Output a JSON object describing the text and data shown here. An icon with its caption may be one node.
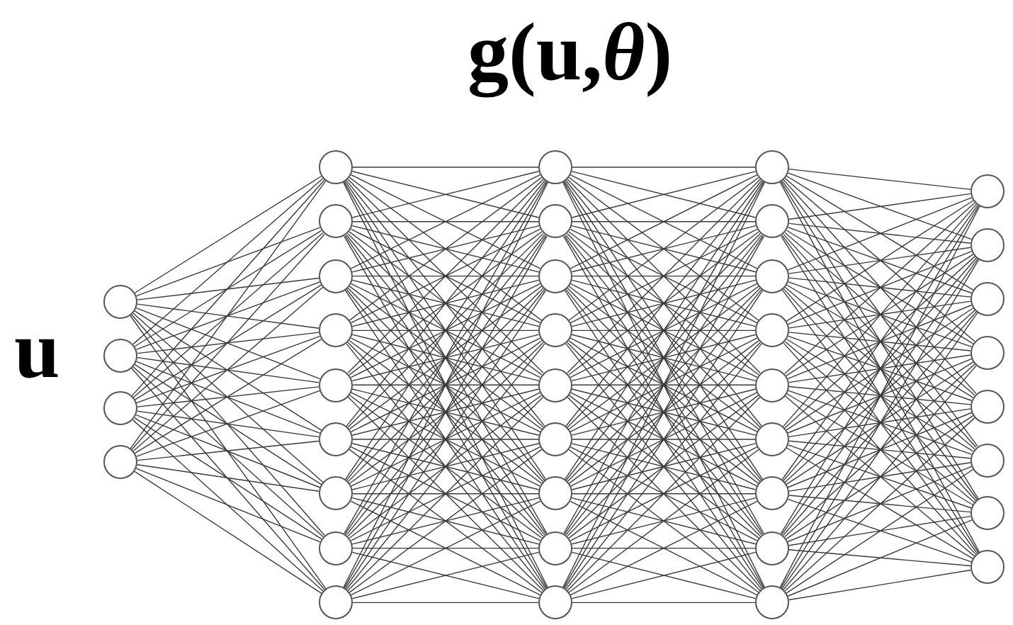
{
  "diagram": {
    "title": "g(u,*θ*)",
    "nodes": [
      {
        "text": [],
        "shape": "circle"
      },
      {
        "text": [],
        "shape": "circle"
      },
      {
        "text": [],
        "shape": "circle"
      },
      {
        "text": [],
        "shape": "circle"
      },
      {
        "text": [],
        "shape": "circle"
      },
      {
        "text": [],
        "shape": "circle"
      },
      {
        "text": [],
        "shape": "circle"
      },
      {
        "text": [],
        "shape": "circle"
      },
      {
        "text": [],
        "shape": "circle"
      },
      {
        "text": [],
        "shape": "circle"
      },
      {
        "text": [],
        "shape": "circle"
      },
      {
        "text": [],
        "shape": "circle"
      },
      {
        "text": [],
        "shape": "circle"
      },
      {
        "text": [],
        "shape": "circle"
      },
      {
        "text": [],
        "shape": "circle"
      },
      {
        "text": [],
        "shape": "circle"
      },
      {
        "text": [],
        "shape": "circle"
      },
      {
        "text": [],
        "shape": "circle"
      },
      {
        "text": [],
        "shape": "circle"
      },
      {
        "text": [],
        "shape": "circle"
      },
      {
        "text": [],
        "shape": "circle"
      },
      {
        "text": [],
        "shape": "circle"
      },
      {
        "text": [],
        "shape": "circle"
      },
      {
        "text": [],
        "shape": "circle"
      },
      {
        "text": [],
        "shape": "circle"
      },
      {
        "text": [],
        "shape": "circle"
      },
      {
        "text": [],
        "shape": "circle"
      },
      {
        "text": [],
        "shape": "circle"
      },
      {
        "text": [],
        "shape": "circle"
      },
      {
        "text": [],
        "shape": "circle"
      },
      {
        "text": [],
        "shape": "circle"
      },
      {
        "text": [],
        "shape": "circle"
      },
      {
        "text": [],
        "shape": "circle"
      },
      {
        "text": [],
        "shape": "circle"
      },
      {
        "text": [],
        "shape": "circle"
      },
      {
        "text": [],
        "shape": "circle"
      },
      {
        "text": [],
        "shape": "circle"
      },
      {
        "text": [],
        "shape": "circle"
      },
      {
        "text": [],
        "shape": "circle"
      }
    ],
    "edges": [
      {
        "from": 0,
        "to": 4,
        "arrow": "none"
      },
      {
        "from": 0,
        "to": 5,
        "arrow": "none"
      },
      {
        "from": 0,
        "to": 6,
        "arrow": "none"
      },
      {
        "from": 0,
        "to": 7,
        "arrow": "none"
      },
      {
        "from": 0,
        "to": 8,
        "arrow": "none"
      },
      {
        "from": 0,
        "to": 9,
        "arrow": "none"
      },
      {
        "from": 0,
        "to": 10,
        "arrow": "none"
      },
      {
        "from": 0,
        "to": 11,
        "arrow": "none"
      },
      {
        "from": 0,
        "to": 12,
        "arrow": "none"
      },
      {
        "from": 1,
        "to": 4,
        "arrow": "none"
      },
      {
        "from": 1,
        "to": 5,
        "arrow": "none"
      },
      {
        "from": 1,
        "to": 6,
        "arrow": "none"
      },
      {
        "from": 1,
        "to": 7,
        "arrow": "none"
      },
      {
        "from": 1,
        "to": 8,
        "arrow": "none"
      },
      {
        "from": 1,
        "to": 9,
        "arrow": "none"
      },
      {
        "from": 1,
        "to": 10,
        "arrow": "none"
      },
      {
        "from": 1,
        "to": 11,
        "arrow": "none"
      },
      {
        "from": 1,
        "to": 12,
        "arrow": "none"
      },
      {
        "from": 2,
        "to": 4,
        "arrow": "none"
      },
      {
        "from": 2,
        "to": 5,
        "arrow": "none"
      },
      {
        "from": 2,
        "to": 6,
        "arrow": "none"
      },
      {
        "from": 2,
        "to": 7,
        "arrow": "none"
      },
      {
        "from": 2,
        "to": 8,
        "arrow": "none"
      },
      {
        "from": 2,
        "to": 9,
        "arrow": "none"
      },
      {
        "from": 2,
        "to": 10,
        "arrow": "none"
      },
      {
        "from": 2,
        "to": 11,
        "arrow": "none"
      },
      {
        "from": 2,
        "to": 12,
        "arrow": "none"
      },
      {
        "from": 3,
        "to": 4,
        "arrow": "none"
      },
      {
        "from": 3,
        "to": 5,
        "arrow": "none"
      },
      {
        "from": 3,
        "to": 6,
        "arrow": "none"
      },
      {
        "from": 3,
        "to": 7,
        "arrow": "none"
      },
      {
        "from": 3,
        "to": 8,
        "arrow": "none"
      },
      {
        "from": 3,
        "to": 9,
        "arrow": "none"
      },
      {
        "from": 3,
        "to": 10,
        "arrow": "none"
      },
      {
        "from": 3,
        "to": 11,
        "arrow": "none"
      },
      {
        "from": 3,
        "to": 12,
        "arrow": "none"
      },
      {
        "from": 4,
        "to": 13,
        "arrow": "none"
      },
      {
        "from": 4,
        "to": 14,
        "arrow": "none"
      },
      {
        "from": 4,
        "to": 15,
        "arrow": "none"
      },
      {
        "from": 4,
        "to": 16,
        "arrow": "none"
      },
      {
        "from": 4,
        "to": 17,
        "arrow": "none"
      },
      {
        "from": 4,
        "to": 18,
        "arrow": "none"
      },
      {
        "from": 4,
        "to": 19,
        "arrow": "none"
      },
      {
        "from": 4,
        "to": 20,
        "arrow": "none"
      },
      {
        "from": 4,
        "to": 21,
        "arrow": "none"
      },
      {
        "from": 5,
        "to": 13,
        "arrow": "none"
      },
      {
        "from": 5,
        "to": 14,
        "arrow": "none"
      },
      {
        "from": 5,
        "to": 15,
        "arrow": "none"
      },
      {
        "from": 5,
        "to": 16,
        "arrow": "none"
      },
      {
        "from": 5,
        "to": 17,
        "arrow": "none"
      },
      {
        "from": 5,
        "to": 18,
        "arrow": "none"
      },
      {
        "from": 5,
        "to": 19,
        "arrow": "none"
      },
      {
        "from": 5,
        "to": 20,
        "arrow": "none"
      },
      {
        "from": 5,
        "to": 21,
        "arrow": "none"
      },
      {
        "from": 6,
        "to": 13,
        "arrow": "none"
      },
      {
        "from": 6,
        "to": 14,
        "arrow": "none"
      },
      {
        "from": 6,
        "to": 15,
        "arrow": "none"
      },
      {
        "from": 6,
        "to": 16,
        "arrow": "none"
      },
      {
        "from": 6,
        "to": 17,
        "arrow": "none"
      },
      {
        "from": 6,
        "to": 18,
        "arrow": "none"
      },
      {
        "from": 6,
        "to": 19,
        "arrow": "none"
      },
      {
        "from": 6,
        "to": 20,
        "arrow": "none"
      },
      {
        "from": 6,
        "to": 21,
        "arrow": "none"
      },
      {
        "from": 7,
        "to": 13,
        "arrow": "none"
      },
      {
        "from": 7,
        "to": 14,
        "arrow": "none"
      },
      {
        "from": 7,
        "to": 15,
        "arrow": "none"
      },
      {
        "from": 7,
        "to": 16,
        "arrow": "none"
      },
      {
        "from": 7,
        "to": 17,
        "arrow": "none"
      },
      {
        "from": 7,
        "to": 18,
        "arrow": "none"
      },
      {
        "from": 7,
        "to": 19,
        "arrow": "none"
      },
      {
        "from": 7,
        "to": 20,
        "arrow": "none"
      },
      {
        "from": 7,
        "to": 21,
        "arrow": "none"
      },
      {
        "from": 8,
        "to": 13,
        "arrow": "none"
      },
      {
        "from": 8,
        "to": 14,
        "arrow": "none"
      },
      {
        "from": 8,
        "to": 15,
        "arrow": "none"
      },
      {
        "from": 8,
        "to": 16,
        "arrow": "none"
      },
      {
        "from": 8,
        "to": 17,
        "arrow": "none"
      },
      {
        "from": 8,
        "to": 18,
        "arrow": "none"
      },
      {
        "from": 8,
        "to": 19,
        "arrow": "none"
      },
      {
        "from": 8,
        "to": 20,
        "arrow": "none"
      },
      {
        "from": 8,
        "to": 21,
        "arrow": "none"
      },
      {
        "from": 9,
        "to": 13,
        "arrow": "none"
      },
      {
        "from": 9,
        "to": 14,
        "arrow": "none"
      },
      {
        "from": 9,
        "to": 15,
        "arrow": "none"
      },
      {
        "from": 9,
        "to": 16,
        "arrow": "none"
      },
      {
        "from": 9,
        "to": 17,
        "arrow": "none"
      },
      {
        "from": 9,
        "to": 18,
        "arrow": "none"
      },
      {
        "from": 9,
        "to": 19,
        "arrow": "none"
      },
      {
        "from": 9,
        "to": 20,
        "arrow": "none"
      },
      {
        "from": 9,
        "to": 21,
        "arrow": "none"
      },
      {
        "from": 10,
        "to": 13,
        "arrow": "none"
      },
      {
        "from": 10,
        "to": 14,
        "arrow": "none"
      },
      {
        "from": 10,
        "to": 15,
        "arrow": "none"
      },
      {
        "from": 10,
        "to": 16,
        "arrow": "none"
      },
      {
        "from": 10,
        "to": 17,
        "arrow": "none"
      },
      {
        "from": 10,
        "to": 18,
        "arrow": "none"
      },
      {
        "from": 10,
        "to": 19,
        "arrow": "none"
      },
      {
        "from": 10,
        "to": 20,
        "arrow": "none"
      },
      {
        "from": 10,
        "to": 21,
        "arrow": "none"
      },
      {
        "from": 11,
        "to": 13,
        "arrow": "none"
      },
      {
        "from": 11,
        "to": 14,
        "arrow": "none"
      },
      {
        "from": 11,
        "to": 15,
        "arrow": "none"
      },
      {
        "from": 11,
        "to": 16,
        "arrow": "none"
      },
      {
        "from": 11,
        "to": 17,
        "arrow": "none"
      },
      {
        "from": 11,
        "to": 18,
        "arrow": "none"
      },
      {
        "from": 11,
        "to": 19,
        "arrow": "none"
      },
      {
        "from": 11,
        "to": 20,
        "arrow": "none"
      },
      {
        "from": 11,
        "to": 21,
        "arrow": "none"
      },
      {
        "from": 12,
        "to": 13,
        "arrow": "none"
      },
      {
        "from": 12,
        "to": 14,
        "arrow": "none"
      },
      {
        "from": 12,
        "to": 15,
        "arrow": "none"
      },
      {
        "from": 12,
        "to": 16,
        "arrow": "none"
      },
      {
        "from": 12,
        "to": 17,
        "arrow": "none"
      },
      {
        "from": 12,
        "to": 18,
        "arrow": "none"
      },
      {
        "from": 12,
        "to": 19,
        "arrow": "none"
      },
      {
        "from": 12,
        "to": 20,
        "arrow": "none"
      },
      {
        "from": 12,
        "to": 21,
        "arrow": "none"
      },
      {
        "from": 13,
        "to": 22,
        "arrow": "none"
      },
      {
        "from": 13,
        "to": 23,
        "arrow": "none"
      },
      {
        "from": 13,
        "to": 24,
        "arrow": "none"
      },
      {
        "from": 13,
        "to": 25,
        "arrow": "none"
      },
      {
        "from": 13,
        "to": 26,
        "arrow": "none"
      },
      {
        "from": 13,
        "to": 27,
        "arrow": "none"
      },
      {
        "from": 13,
        "to": 28,
        "arrow": "none"
      },
      {
        "from": 13,
        "to": 29,
        "arrow": "none"
      },
      {
        "from": 13,
        "to": 30,
        "arrow": "none"
      },
      {
        "from": 14,
        "to": 22,
        "arrow": "none"
      },
      {
        "from": 14,
        "to": 23,
        "arrow": "none"
      },
      {
        "from": 14,
        "to": 24,
        "arrow": "none"
      },
      {
        "from": 14,
        "to": 25,
        "arrow": "none"
      },
      {
        "from": 14,
        "to": 26,
        "arrow": "none"
      },
      {
        "from": 14,
        "to": 27,
        "arrow": "none"
      },
      {
        "from": 14,
        "to": 28,
        "arrow": "none"
      },
      {
        "from": 14,
        "to": 29,
        "arrow": "none"
      },
      {
        "from": 14,
        "to": 30,
        "arrow": "none"
      },
      {
        "from": 15,
        "to": 22,
        "arrow": "none"
      },
      {
        "from": 15,
        "to": 23,
        "arrow": "none"
      },
      {
        "from": 15,
        "to": 24,
        "arrow": "none"
      },
      {
        "from": 15,
        "to": 25,
        "arrow": "none"
      },
      {
        "from": 15,
        "to": 26,
        "arrow": "none"
      },
      {
        "from": 15,
        "to": 27,
        "arrow": "none"
      },
      {
        "from": 15,
        "to": 28,
        "arrow": "none"
      },
      {
        "from": 15,
        "to": 29,
        "arrow": "none"
      },
      {
        "from": 15,
        "to": 30,
        "arrow": "none"
      },
      {
        "from": 16,
        "to": 22,
        "arrow": "none"
      },
      {
        "from": 16,
        "to": 23,
        "arrow": "none"
      },
      {
        "from": 16,
        "to": 24,
        "arrow": "none"
      },
      {
        "from": 16,
        "to": 25,
        "arrow": "none"
      },
      {
        "from": 16,
        "to": 26,
        "arrow": "none"
      },
      {
        "from": 16,
        "to": 27,
        "arrow": "none"
      },
      {
        "from": 16,
        "to": 28,
        "arrow": "none"
      },
      {
        "from": 16,
        "to": 29,
        "arrow": "none"
      },
      {
        "from": 16,
        "to": 30,
        "arrow": "none"
      },
      {
        "from": 17,
        "to": 22,
        "arrow": "none"
      },
      {
        "from": 17,
        "to": 23,
        "arrow": "none"
      },
      {
        "from": 17,
        "to": 24,
        "arrow": "none"
      },
      {
        "from": 17,
        "to": 25,
        "arrow": "none"
      },
      {
        "from": 17,
        "to": 26,
        "arrow": "none"
      },
      {
        "from": 17,
        "to": 27,
        "arrow": "none"
      },
      {
        "from": 17,
        "to": 28,
        "arrow": "none"
      },
      {
        "from": 17,
        "to": 29,
        "arrow": "none"
      },
      {
        "from": 17,
        "to": 30,
        "arrow": "none"
      },
      {
        "from": 18,
        "to": 22,
        "arrow": "none"
      },
      {
        "from": 18,
        "to": 23,
        "arrow": "none"
      },
      {
        "from": 18,
        "to": 24,
        "arrow": "none"
      },
      {
        "from": 18,
        "to": 25,
        "arrow": "none"
      },
      {
        "from": 18,
        "to": 26,
        "arrow": "none"
      },
      {
        "from": 18,
        "to": 27,
        "arrow": "none"
      },
      {
        "from": 18,
        "to": 28,
        "arrow": "none"
      },
      {
        "from": 18,
        "to": 29,
        "arrow": "none"
      },
      {
        "from": 18,
        "to": 30,
        "arrow": "none"
      },
      {
        "from": 19,
        "to": 22,
        "arrow": "none"
      },
      {
        "from": 19,
        "to": 23,
        "arrow": "none"
      },
      {
        "from": 19,
        "to": 24,
        "arrow": "none"
      },
      {
        "from": 19,
        "to": 25,
        "arrow": "none"
      },
      {
        "from": 19,
        "to": 26,
        "arrow": "none"
      },
      {
        "from": 19,
        "to": 27,
        "arrow": "none"
      },
      {
        "from": 19,
        "to": 28,
        "arrow": "none"
      },
      {
        "from": 19,
        "to": 29,
        "arrow": "none"
      },
      {
        "from": 19,
        "to": 30,
        "arrow": "none"
      },
      {
        "from": 20,
        "to": 22,
        "arrow": "none"
      },
      {
        "from": 20,
        "to": 23,
        "arrow": "none"
      },
      {
        "from": 20,
        "to": 24,
        "arrow": "none"
      },
      {
        "from": 20,
        "to": 25,
        "arrow": "none"
      },
      {
        "from": 20,
        "to": 26,
        "arrow": "none"
      },
      {
        "from": 20,
        "to": 27,
        "arrow": "none"
      },
      {
        "from": 20,
        "to": 28,
        "arrow": "none"
      },
      {
        "from": 20,
        "to": 29,
        "arrow": "none"
      },
      {
        "from": 20,
        "to": 30,
        "arrow": "none"
      },
      {
        "from": 21,
        "to": 22,
        "arrow": "none"
      },
      {
        "from": 21,
        "to": 23,
        "arrow": "none"
      },
      {
        "from": 21,
        "to": 24,
        "arrow": "none"
      },
      {
        "from": 21,
        "to": 25,
        "arrow": "none"
      },
      {
        "from": 21,
        "to": 26,
        "arrow": "none"
      },
      {
        "from": 21,
        "to": 27,
        "arrow": "none"
      },
      {
        "from": 21,
        "to": 28,
        "arrow": "none"
      },
      {
        "from": 21,
        "to": 29,
        "arrow": "none"
      },
      {
        "from": 21,
        "to": 30,
        "arrow": "none"
      },
      {
        "from": 22,
        "to": 31,
        "arrow": "none"
      },
      {
        "from": 22,
        "to": 32,
        "arrow": "none"
      },
      {
        "from": 22,
        "to": 33,
        "arrow": "none"
      },
      {
        "from": 22,
        "to": 34,
        "arrow": "none"
      },
      {
        "from": 22,
        "to": 35,
        "arrow": "none"
      },
      {
        "from": 22,
        "to": 36,
        "arrow": "none"
      },
      {
        "from": 22,
        "to": 37,
        "arrow": "none"
      },
      {
        "from": 22,
        "to": 38,
        "arrow": "none"
      },
      {
        "from": 23,
        "to": 31,
        "arrow": "none"
      },
      {
        "from": 23,
        "to": 32,
        "arrow": "none"
      },
      {
        "from": 23,
        "to": 33,
        "arrow": "none"
      },
      {
        "from": 23,
        "to": 34,
        "arrow": "none"
      },
      {
        "from": 23,
        "to": 35,
        "arrow": "none"
      },
      {
        "from": 23,
        "to": 36,
        "arrow": "none"
      },
      {
        "from": 23,
        "to": 37,
        "arrow": "none"
      },
      {
        "from": 23,
        "to": 38,
        "arrow": "none"
      },
      {
        "from": 24,
        "to": 31,
        "arrow": "none"
      },
      {
        "from": 24,
        "to": 32,
        "arrow": "none"
      },
      {
        "from": 24,
        "to": 33,
        "arrow": "none"
      },
      {
        "from": 24,
        "to": 34,
        "arrow": "none"
      },
      {
        "from": 24,
        "to": 35,
        "arrow": "none"
      },
      {
        "from": 24,
        "to": 36,
        "arrow": "none"
      },
      {
        "from": 24,
        "to": 37,
        "arrow": "none"
      },
      {
        "from": 24,
        "to": 38,
        "arrow": "none"
      },
      {
        "from": 25,
        "to": 31,
        "arrow": "none"
      },
      {
        "from": 25,
        "to": 32,
        "arrow": "none"
      },
      {
        "from": 25,
        "to": 33,
        "arrow": "none"
      },
      {
        "from": 25,
        "to": 34,
        "arrow": "none"
      },
      {
        "from": 25,
        "to": 35,
        "arrow": "none"
      },
      {
        "from": 25,
        "to": 36,
        "arrow": "none"
      },
      {
        "from": 25,
        "to": 37,
        "arrow": "none"
      },
      {
        "from": 25,
        "to": 38,
        "arrow": "none"
      },
      {
        "from": 26,
        "to": 31,
        "arrow": "none"
      },
      {
        "from": 26,
        "to": 32,
        "arrow": "none"
      },
      {
        "from": 26,
        "to": 33,
        "arrow": "none"
      },
      {
        "from": 26,
        "to": 34,
        "arrow": "none"
      },
      {
        "from": 26,
        "to": 35,
        "arrow": "none"
      },
      {
        "from": 26,
        "to": 36,
        "arrow": "none"
      },
      {
        "from": 26,
        "to": 37,
        "arrow": "none"
      },
      {
        "from": 26,
        "to": 38,
        "arrow": "none"
      },
      {
        "from": 27,
        "to": 31,
        "arrow": "none"
      },
      {
        "from": 27,
        "to": 32,
        "arrow": "none"
      },
      {
        "from": 27,
        "to": 33,
        "arrow": "none"
      },
      {
        "from": 27,
        "to": 34,
        "arrow": "none"
      },
      {
        "from": 27,
        "to": 35,
        "arrow": "none"
      },
      {
        "from": 27,
        "to": 36,
        "arrow": "none"
      },
      {
        "from": 27,
        "to": 37,
        "arrow": "none"
      },
      {
        "from": 27,
        "to": 38,
        "arrow": "none"
      },
      {
        "from": 28,
        "to": 31,
        "arrow": "none"
      },
      {
        "from": 28,
        "to": 32,
        "arrow": "none"
      },
      {
        "from": 28,
        "to": 33,
        "arrow": "none"
      },
      {
        "from": 28,
        "to": 34,
        "arrow": "none"
      },
      {
        "from": 28,
        "to": 35,
        "arrow": "none"
      },
      {
        "from": 28,
        "to": 36,
        "arrow": "none"
      },
      {
        "from": 28,
        "to": 37,
        "arrow": "none"
      },
      {
        "from": 28,
        "to": 38,
        "arrow": "none"
      },
      {
        "from": 29,
        "to": 31,
        "arrow": "none"
      },
      {
        "from": 29,
        "to": 32,
        "arrow": "none"
      },
      {
        "from": 29,
        "to": 33,
        "arrow": "none"
      },
      {
        "from": 29,
        "to": 34,
        "arrow": "none"
      },
      {
        "from": 29,
        "to": 35,
        "arrow": "none"
      },
      {
        "from": 29,
        "to": 36,
        "arrow": "none"
      },
      {
        "from": 29,
        "to": 37,
        "arrow": "none"
      },
      {
        "from": 29,
        "to": 38,
        "arrow": "none"
      },
      {
        "from": 30,
        "to": 31,
        "arrow": "none"
      },
      {
        "from": 30,
        "to": 32,
        "arrow": "none"
      },
      {
        "from": 30,
        "to": 33,
        "arrow": "none"
      },
      {
        "from": 30,
        "to": 34,
        "arrow": "none"
      },
      {
        "from": 30,
        "to": 35,
        "arrow": "none"
      },
      {
        "from": 30,
        "to": 36,
        "arrow": "none"
      },
      {
        "from": 30,
        "to": 37,
        "arrow": "none"
      },
      {
        "from": 30,
        "to": 38,
        "arrow": "none"
      }
    ],
    "labels": [
      "u"
    ]
  }
}
